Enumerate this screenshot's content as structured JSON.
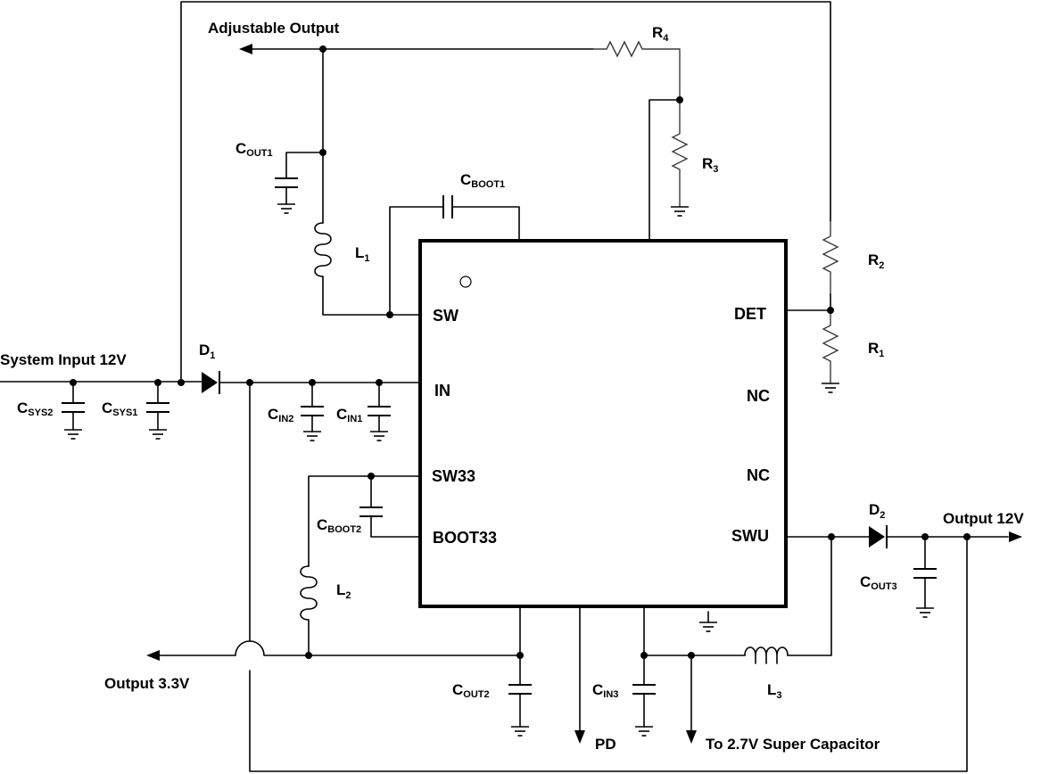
{
  "ic": {
    "pins_left": [
      "SW",
      "IN",
      "SW33",
      "BOOT33"
    ],
    "pins_right": [
      "DET",
      "NC",
      "NC",
      "SWU"
    ]
  },
  "labels": {
    "adjustable_output": "Adjustable Output",
    "system_input": "System Input 12V",
    "output_12v": "Output 12V",
    "output_3v3": "Output 3.3V",
    "pd": "PD",
    "super_cap": "To 2.7V Super Capacitor"
  },
  "components": {
    "r4": {
      "letter": "R",
      "sub": "4"
    },
    "r3": {
      "letter": "R",
      "sub": "3"
    },
    "r2": {
      "letter": "R",
      "sub": "2"
    },
    "r1": {
      "letter": "R",
      "sub": "1"
    },
    "l1": {
      "letter": "L",
      "sub": "1"
    },
    "l2": {
      "letter": "L",
      "sub": "2"
    },
    "l3": {
      "letter": "L",
      "sub": "3"
    },
    "d1": {
      "letter": "D",
      "sub": "1"
    },
    "d2": {
      "letter": "D",
      "sub": "2"
    },
    "cout1": {
      "letter": "C",
      "sub": "OUT1"
    },
    "cout2": {
      "letter": "C",
      "sub": "OUT2"
    },
    "cout3": {
      "letter": "C",
      "sub": "OUT3"
    },
    "cboot1": {
      "letter": "C",
      "sub": "BOOT1"
    },
    "cboot2": {
      "letter": "C",
      "sub": "BOOT2"
    },
    "csys1": {
      "letter": "C",
      "sub": "SYS1"
    },
    "csys2": {
      "letter": "C",
      "sub": "SYS2"
    },
    "cin1": {
      "letter": "C",
      "sub": "IN1"
    },
    "cin2": {
      "letter": "C",
      "sub": "IN2"
    },
    "cin3": {
      "letter": "C",
      "sub": "IN3"
    }
  }
}
